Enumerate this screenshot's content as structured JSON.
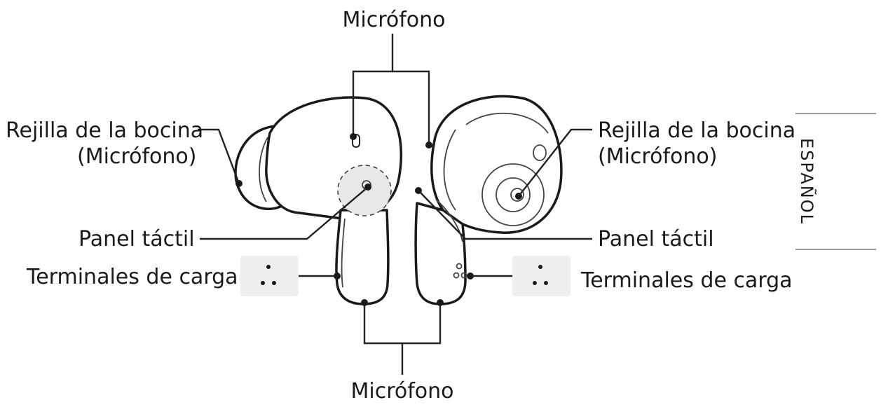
{
  "labels": {
    "mic_top": "Micrófono",
    "mic_bottom": "Micrófono",
    "grille_left_1": "Rejilla de la bocina",
    "grille_left_2": "(Micrófono)",
    "grille_right_1": "Rejilla de la bocina",
    "grille_right_2": "(Micrófono)",
    "touch_left": "Panel táctil",
    "touch_right": "Panel táctil",
    "charge_left": "Terminales de carga",
    "charge_right": "Terminales de carga"
  },
  "side_tab": "ESPAÑOL",
  "colors": {
    "stroke": "#1a1a1a",
    "terminal_box": "#efefef",
    "touch_zone": "#e8e8e8",
    "divider": "#9a9a9a"
  }
}
